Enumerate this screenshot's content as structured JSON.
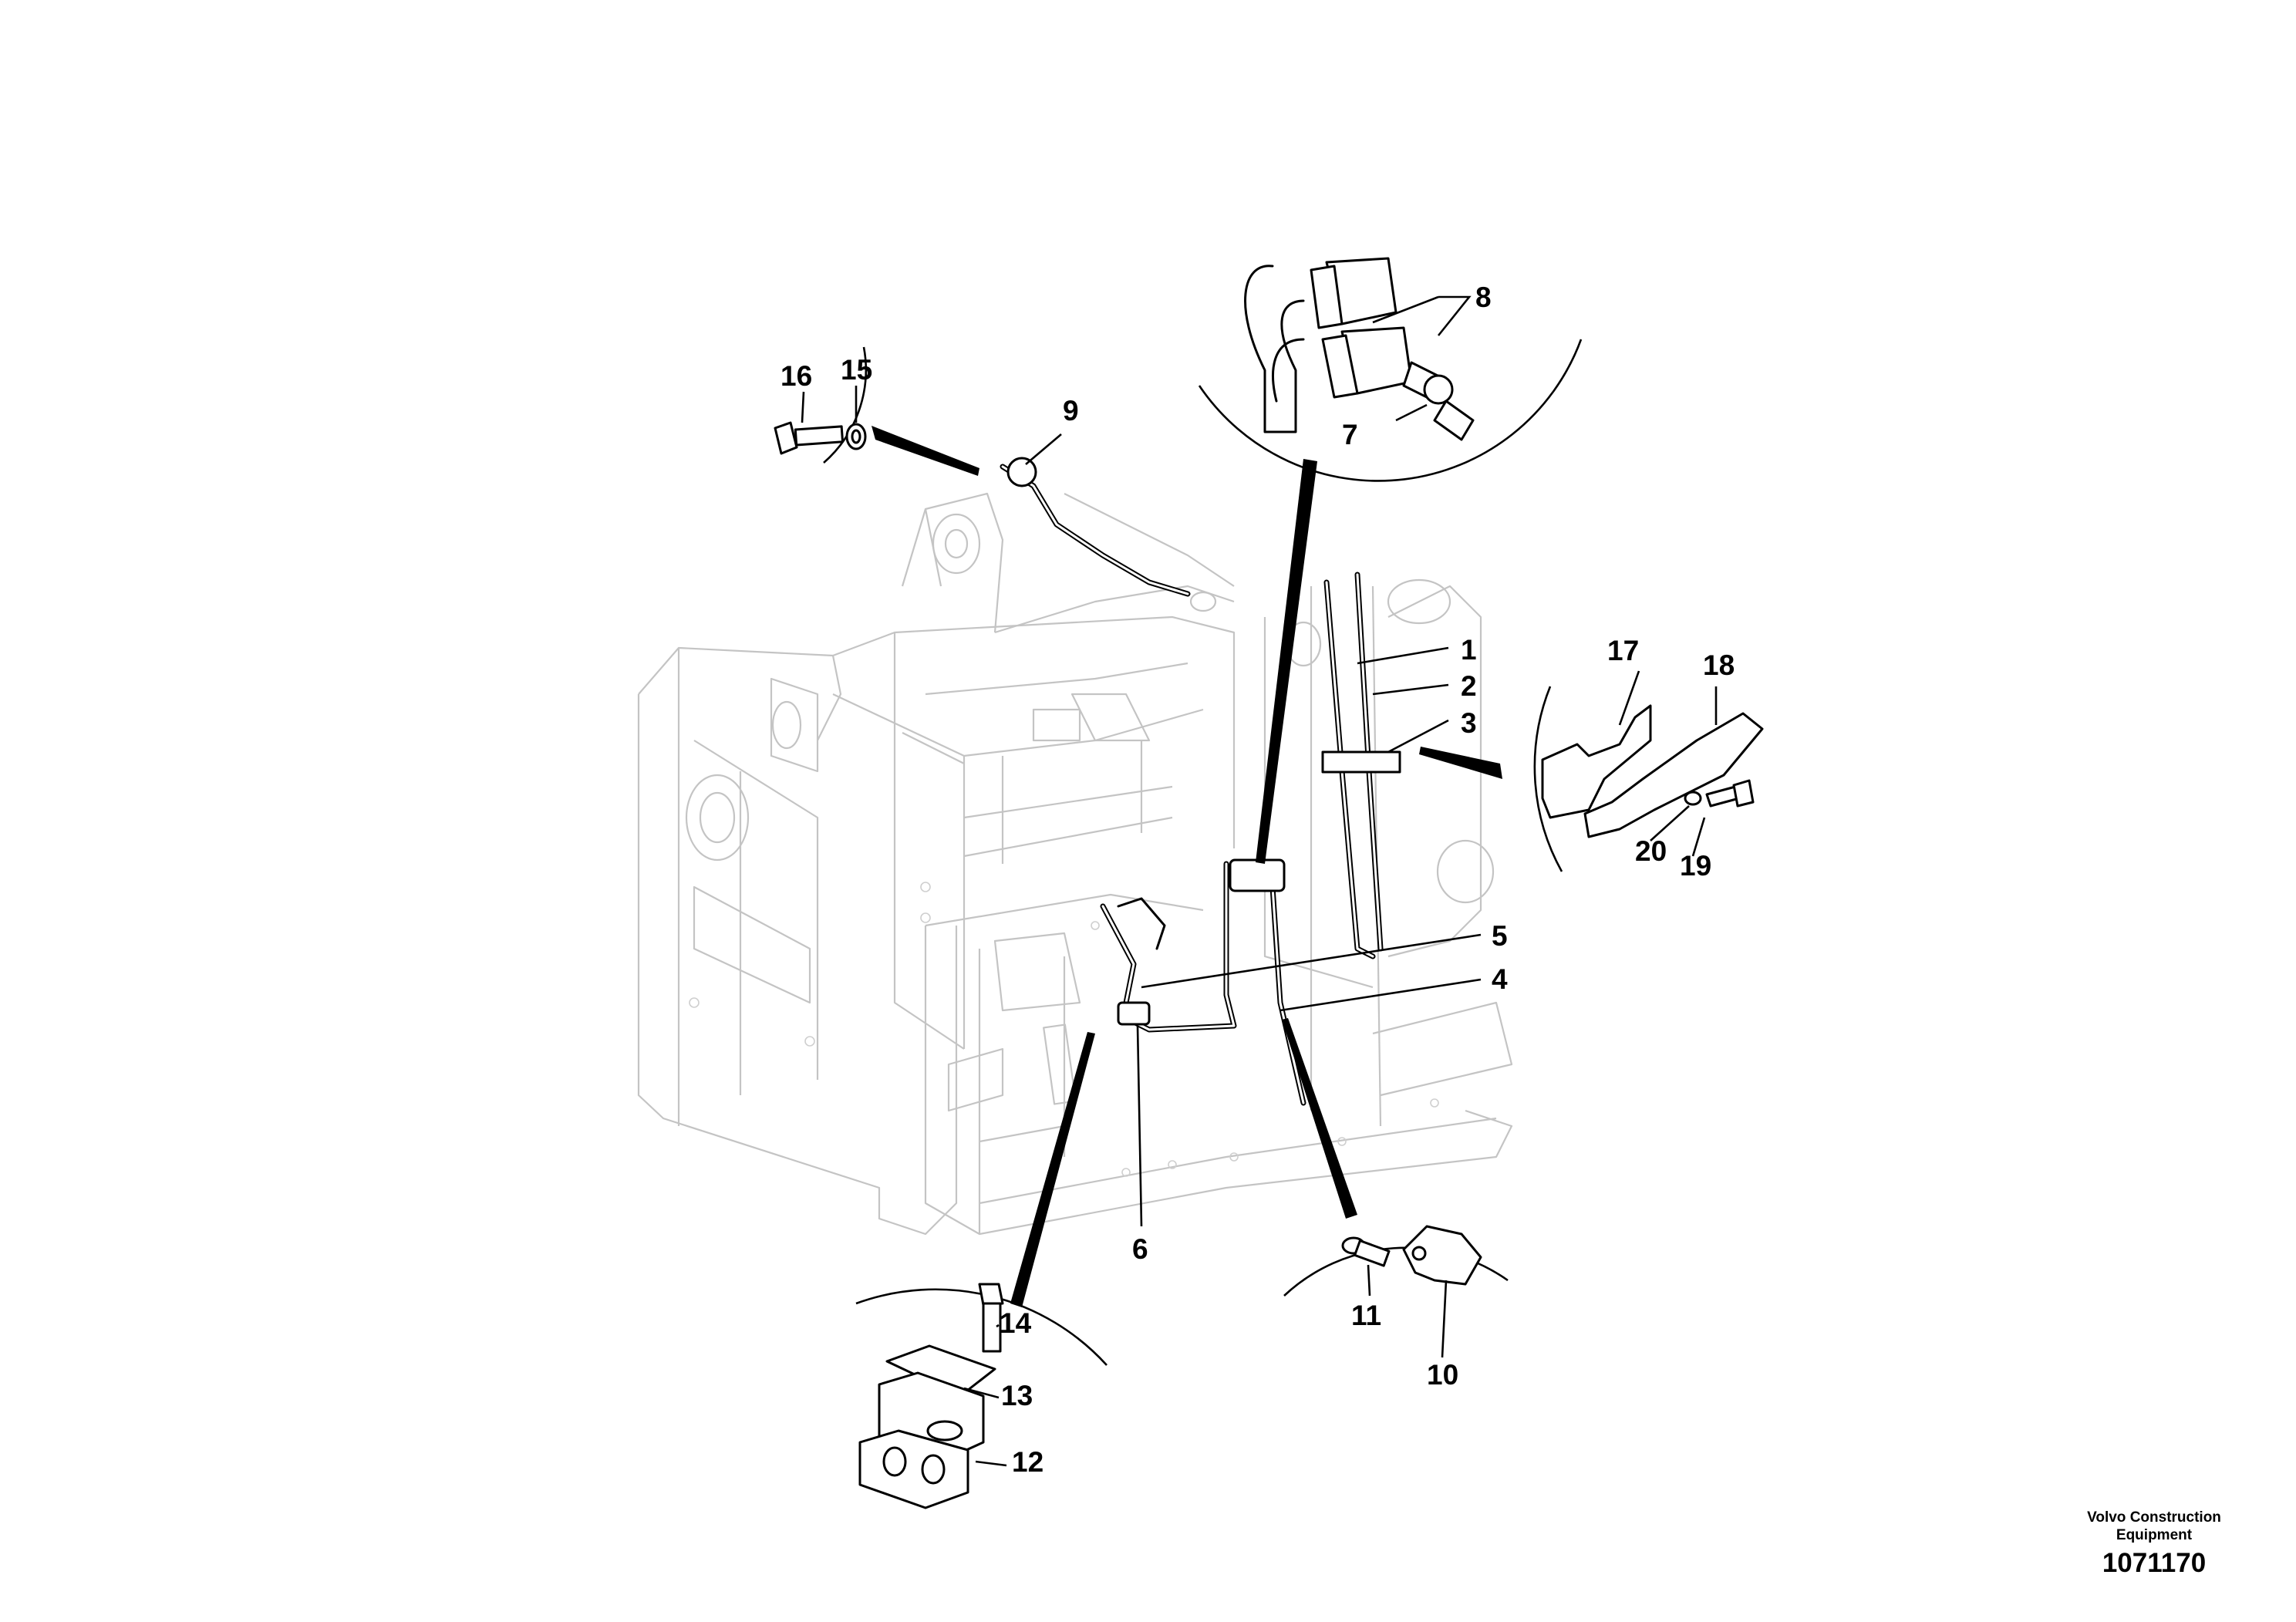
{
  "figure": {
    "callouts": [
      {
        "id": "c1",
        "text": "1"
      },
      {
        "id": "c2",
        "text": "2"
      },
      {
        "id": "c3",
        "text": "3"
      },
      {
        "id": "c4",
        "text": "4"
      },
      {
        "id": "c5",
        "text": "5"
      },
      {
        "id": "c6",
        "text": "6"
      },
      {
        "id": "c7",
        "text": "7"
      },
      {
        "id": "c8",
        "text": "8"
      },
      {
        "id": "c9",
        "text": "9"
      },
      {
        "id": "c10",
        "text": "10"
      },
      {
        "id": "c11",
        "text": "11"
      },
      {
        "id": "c12",
        "text": "12"
      },
      {
        "id": "c13",
        "text": "13"
      },
      {
        "id": "c14",
        "text": "14"
      },
      {
        "id": "c15",
        "text": "15"
      },
      {
        "id": "c16",
        "text": "16"
      },
      {
        "id": "c17",
        "text": "17"
      },
      {
        "id": "c18",
        "text": "18"
      },
      {
        "id": "c19",
        "text": "19"
      },
      {
        "id": "c20",
        "text": "20"
      }
    ]
  },
  "footer": {
    "brand_line_1": "Volvo Construction",
    "brand_line_2": "Equipment",
    "drawing_number": "1071170"
  }
}
